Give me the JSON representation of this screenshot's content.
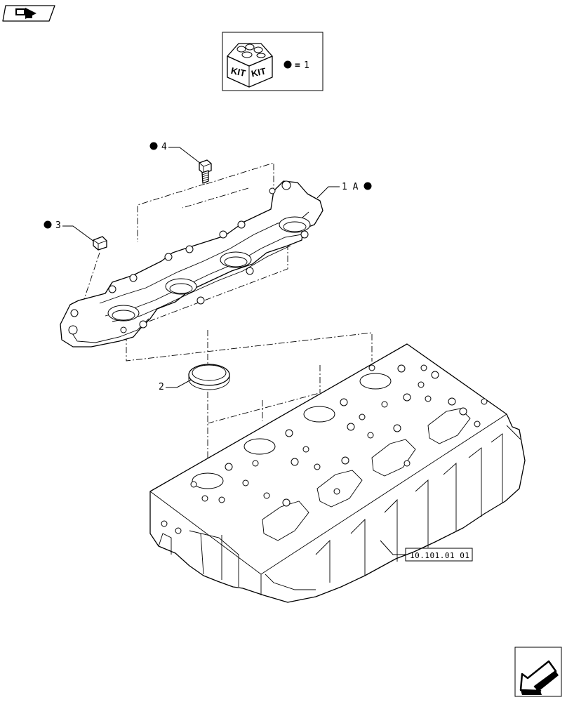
{
  "legend": {
    "kit_text_left": "KIT",
    "kit_text_right": "KIT",
    "equals": "=",
    "kit_value": "1"
  },
  "callouts": {
    "c1a": "1 A",
    "c2": "2",
    "c3": "3",
    "c4": "4"
  },
  "reference": {
    "label": "10.101.01 01"
  },
  "colors": {
    "line": "#000000",
    "background": "#ffffff"
  }
}
